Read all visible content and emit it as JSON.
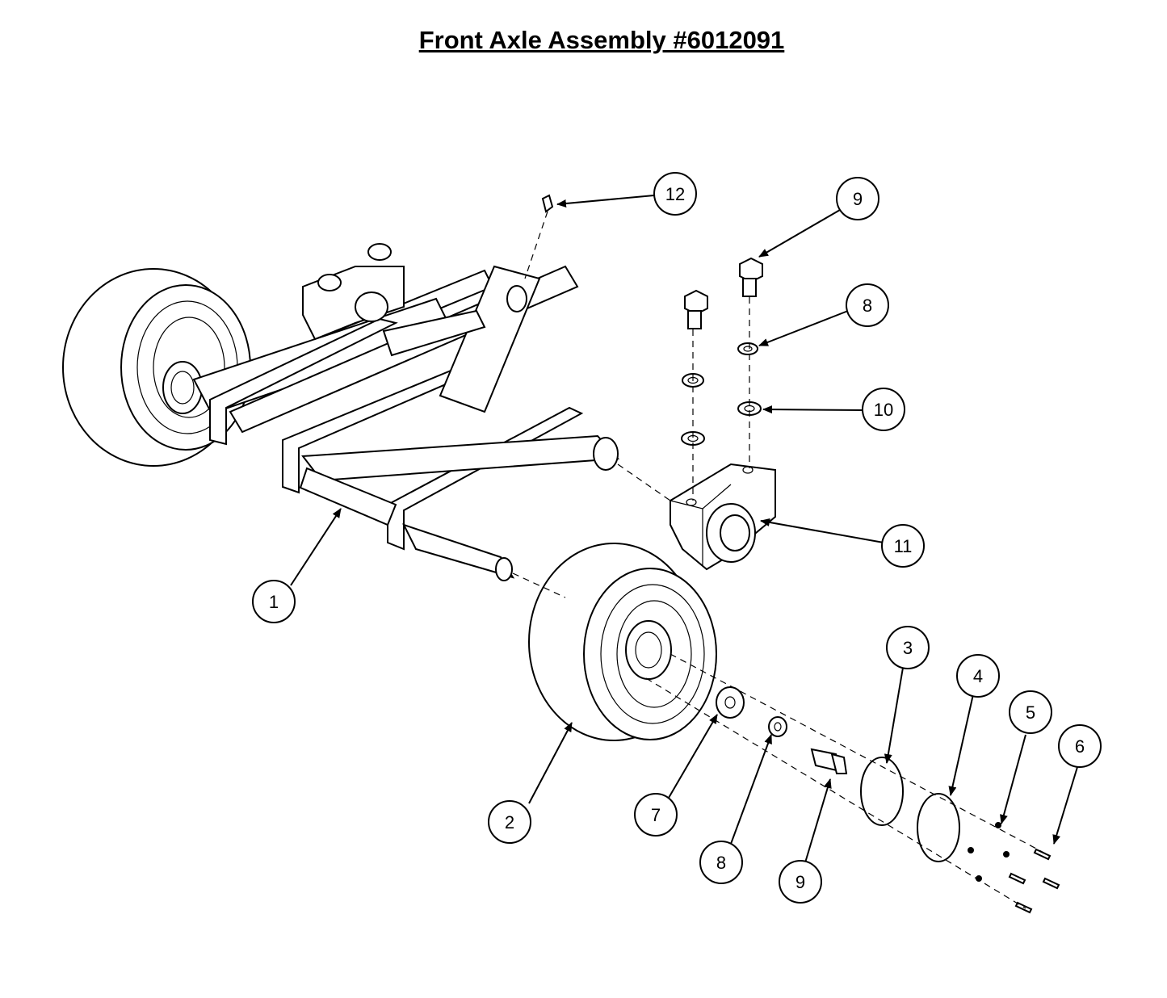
{
  "title": "Front Axle Assembly #6012091",
  "callouts": [
    {
      "id": "c12",
      "label": "12"
    },
    {
      "id": "c9a",
      "label": "9"
    },
    {
      "id": "c8a",
      "label": "8"
    },
    {
      "id": "c10",
      "label": "10"
    },
    {
      "id": "c11",
      "label": "11"
    },
    {
      "id": "c1",
      "label": "1"
    },
    {
      "id": "c2",
      "label": "2"
    },
    {
      "id": "c3",
      "label": "3"
    },
    {
      "id": "c4",
      "label": "4"
    },
    {
      "id": "c5",
      "label": "5"
    },
    {
      "id": "c6",
      "label": "6"
    },
    {
      "id": "c7",
      "label": "7"
    },
    {
      "id": "c8b",
      "label": "8"
    },
    {
      "id": "c9b",
      "label": "9"
    }
  ]
}
